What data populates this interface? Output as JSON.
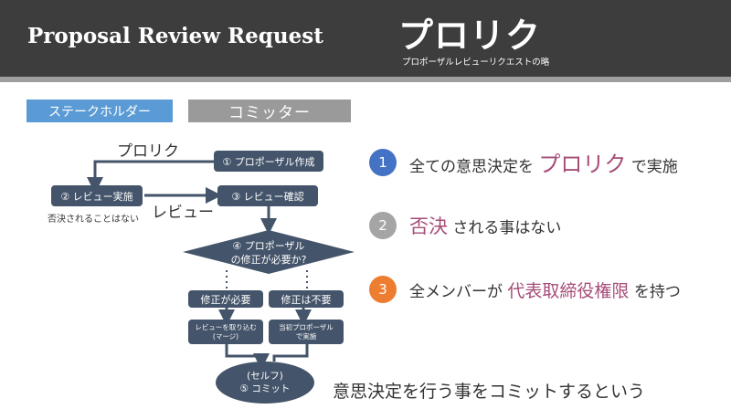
{
  "header": {
    "title_en": "Proposal Review Request",
    "title_jp": "プロリク",
    "subtitle_jp": "プロポーザルレビューリクエストの略"
  },
  "roles": {
    "stakeholder": "ステークホルダー",
    "committer": "コミッター"
  },
  "flow": {
    "create_proposal": "① プロポーザル作成",
    "implement_review": "② レビュー実施",
    "confirm_review": "③ レビュー確認",
    "needs_fix_line1": "④ プロポーザル",
    "needs_fix_line2": "の修正が必要か?",
    "fix_required": "修正が必要",
    "fix_not_required": "修正は不要",
    "apply_review_line1": "レビューを取り込む",
    "apply_review_line2": "(マージ)",
    "implement_original_line1": "当初プロポーザル",
    "implement_original_line2": "で実施",
    "self_label": "(セルフ)",
    "commit_label": "⑤ コミット",
    "label_prorik": "プロリク",
    "label_review": "レビュー",
    "note_no_rejection": "否決されることはない"
  },
  "points": [
    {
      "num": "1",
      "pre": "全ての意思決定を",
      "emph": "プロリク",
      "post": "で実施",
      "color": "#4472c4"
    },
    {
      "num": "2",
      "pre": "",
      "emph": "否決",
      "post": "される事はない",
      "color": "#a5a5a5"
    },
    {
      "num": "3",
      "pre": "全メンバーが",
      "emph": "代表取締役権限",
      "post": "を持つ",
      "color": "#ed7d31"
    }
  ],
  "closing": "意思決定を行う事をコミットするという"
}
